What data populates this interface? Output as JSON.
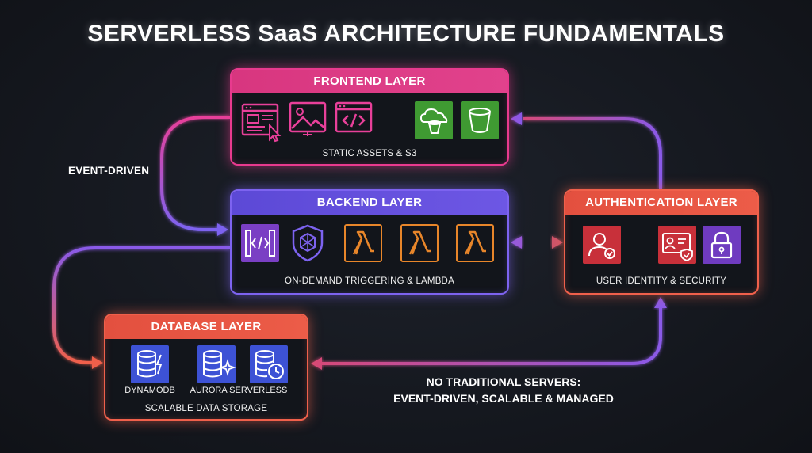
{
  "title": "SERVERLESS SaaS ARCHITECTURE FUNDAMENTALS",
  "colors": {
    "frontend": "#e83a8e",
    "backend": "#7d63f0",
    "auth": "#f0604b",
    "database": "#f0604b",
    "s3_green": "#3f9a32",
    "lambda_orange": "#e8862a",
    "security_red": "#c8303a",
    "dynamodb_blue": "#3d52d5"
  },
  "frontend": {
    "header": "FRONTEND LAYER",
    "caption": "STATIC ASSETS & S3",
    "icons": [
      "web-page-icon",
      "image-icon",
      "code-window-icon",
      "s3-cloud-bucket-icon",
      "s3-bucket-icon"
    ]
  },
  "backend": {
    "header": "BACKEND LAYER",
    "caption": "ON-DEMAND TRIGGERING & LAMBDA",
    "icons": [
      "api-gateway-icon",
      "shield-icon",
      "lambda-icon",
      "lambda-icon",
      "lambda-icon"
    ]
  },
  "auth": {
    "header": "AUTHENTICATION LAYER",
    "caption": "USER IDENTITY & SECURITY",
    "icons": [
      "user-check-icon",
      "id-card-icon",
      "lock-icon"
    ]
  },
  "database": {
    "header": "DATABASE LAYER",
    "caption": "SCALABLE DATA STORAGE",
    "services": [
      {
        "label": "DYNAMODB",
        "icon": "dynamodb-icon"
      },
      {
        "label": "AURORA SERVERLESS",
        "icon": "aurora-icon"
      }
    ],
    "extra_icon": "database-clock-icon"
  },
  "labels": {
    "event_driven": "EVENT-DRIVEN",
    "note_line1": "NO TRADITIONAL SERVERS:",
    "note_line2": "EVENT-DRIVEN, SCALABLE & MANAGED"
  }
}
